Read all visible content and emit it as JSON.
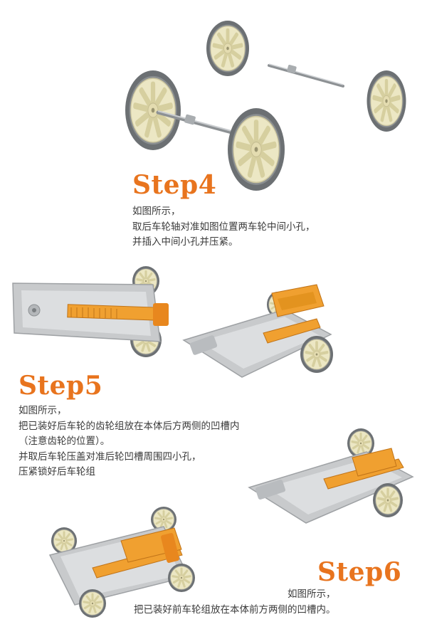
{
  "colors": {
    "accent": "#e8741e",
    "chassis": "#c8cacc",
    "gear": "#f0a030",
    "rim": "#ece7c4",
    "tire": "#6c7073"
  },
  "step4": {
    "title": "Step4",
    "lines": [
      "如图所示，",
      "取后车轮轴对准如图位置两车轮中间小孔，",
      "并插入中间小孔并压紧。"
    ]
  },
  "step5": {
    "title": "Step5",
    "lines": [
      "如图所示，",
      "把已装好后车轮的齿轮组放在本体后方两侧的凹槽内",
      "（注意齿轮的位置）。",
      "并取后车轮压盖对准后轮凹槽周围四小孔，",
      "压紧锁好后车轮组"
    ]
  },
  "step6": {
    "title": "Step6",
    "lines": [
      "如图所示，",
      "把已装好前车轮组放在本体前方两侧的凹槽内。"
    ]
  }
}
